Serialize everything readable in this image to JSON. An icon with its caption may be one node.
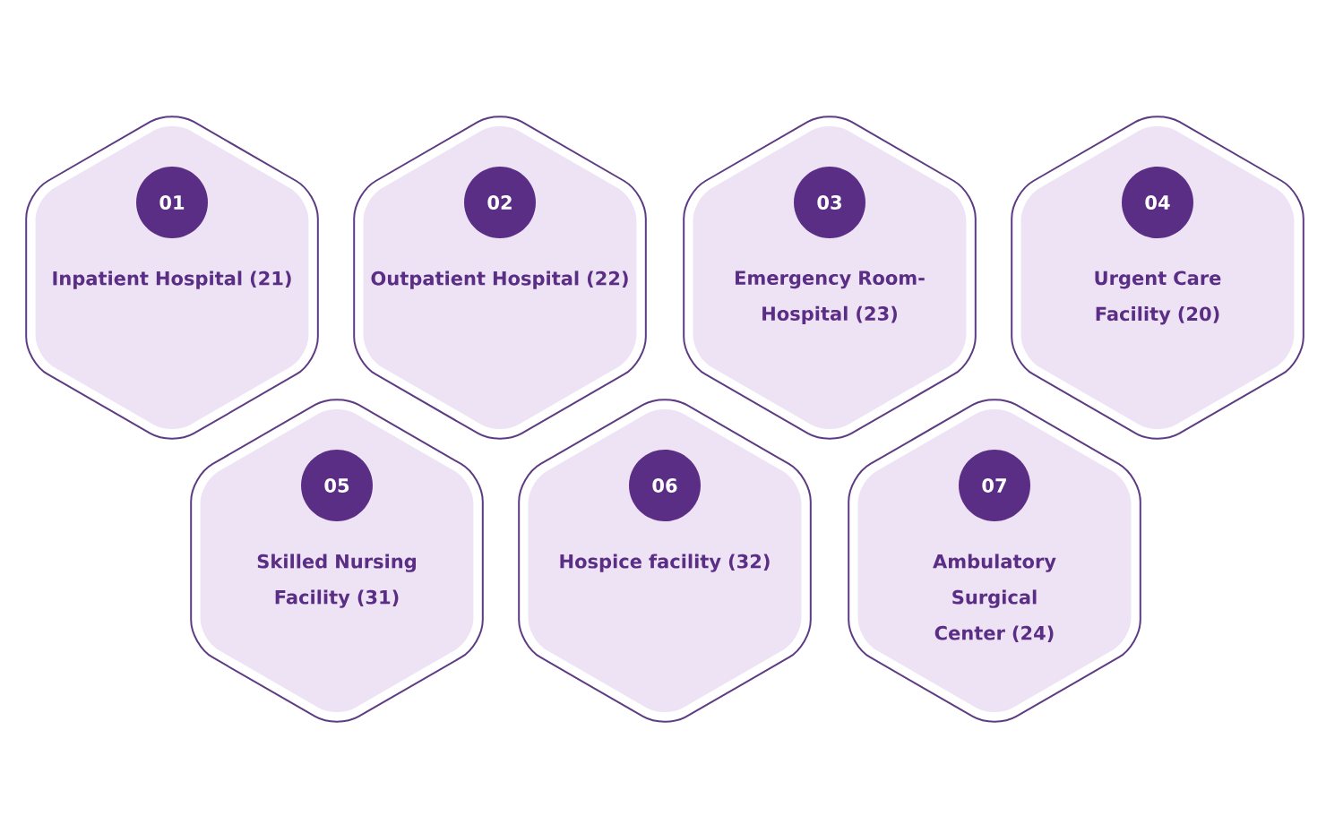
{
  "diagram": {
    "nodes": [
      {
        "text": [
          "01",
          "Inpatient Hospital (21)"
        ]
      },
      {
        "text": [
          "02",
          "Outpatient Hospital (22)"
        ]
      },
      {
        "text": [
          "03",
          "Emergency Room-Hospital (23)"
        ]
      },
      {
        "text": [
          "04",
          "Urgent Care Facility (20)"
        ]
      },
      {
        "text": [
          "05",
          "Skilled Nursing Facility (31)"
        ]
      },
      {
        "text": [
          "06",
          "Hospice facility (32)"
        ]
      },
      {
        "text": [
          "07",
          "Ambulatory Surgical Center (24)"
        ]
      }
    ]
  }
}
